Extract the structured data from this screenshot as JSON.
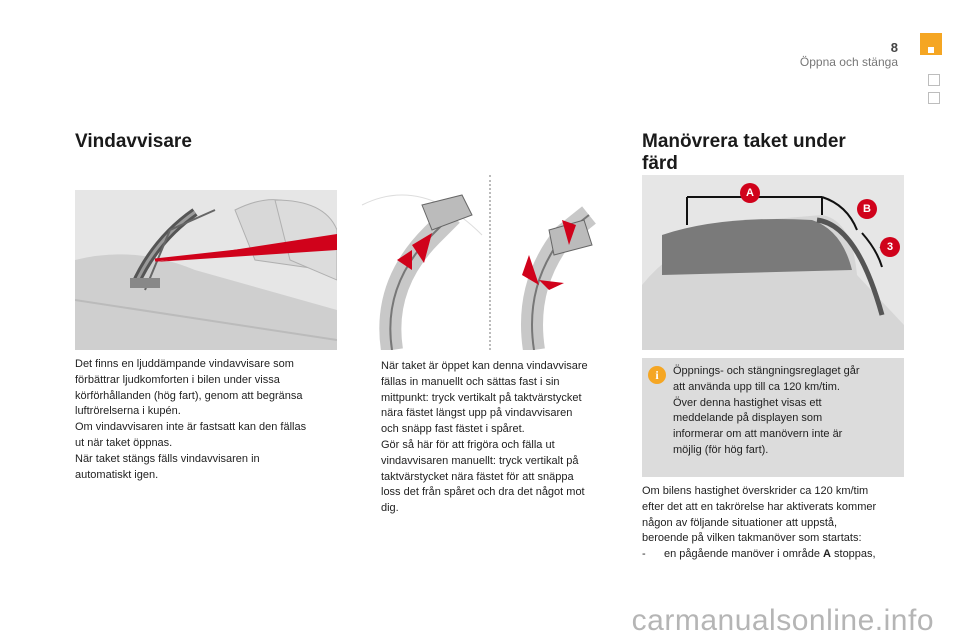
{
  "header": {
    "page_number": "8",
    "chapter": "Öppna och stänga"
  },
  "left": {
    "title": "Vindavvisare",
    "paragraph_lines": [
      "Det finns en ljuddämpande vindavvisare som",
      "förbättrar ljudkomforten i bilen under vissa",
      "körförhållanden (hög fart), genom att begränsa",
      "luftrörelserna i kupén.",
      "Om vindavvisaren inte är fastsatt kan den fällas",
      "ut när taket öppnas.",
      "När taket stängs fälls vindavvisaren in",
      "automatiskt igen."
    ]
  },
  "middle": {
    "bullet_symbol": "",
    "bullets": [
      {
        "lines": [
          "När taket är öppet kan denna vindavvisare",
          "fällas in manuellt och sättas fast i sin",
          "mittpunkt: tryck vertikalt på taktvärstycket",
          "nära fästet längst upp på vindavvisaren",
          "och snäpp fast fästet i spåret."
        ]
      },
      {
        "lines": [
          "Gör så här för att frigöra och fälla ut",
          "vindavvisaren manuellt: tryck vertikalt på",
          "taktvärstycket nära fästet för att snäppa",
          "loss det från spåret och dra det något mot",
          "dig."
        ]
      }
    ]
  },
  "right": {
    "title": "Manövrera taket under färd",
    "callouts": [
      "A",
      "B",
      "3"
    ],
    "info": {
      "icon": "i",
      "lines": [
        "Öppnings- och stängningsreglaget går",
        "att använda upp till ca 120 km/tim.",
        "Över denna hastighet visas ett",
        "meddelande på displayen som",
        "informerar om att manövern inte är",
        "möjlig (för hög fart)."
      ]
    },
    "paragraph_lines": [
      "Om bilens hastighet överskrider ca 120 km/tim",
      "efter det att en takrörelse har aktiverats kommer",
      "någon av följande situationer att uppstå,",
      "beroende på vilken takmanöver som startats:"
    ],
    "dash_item": {
      "symbol": "-",
      "text_before": "en pågående manöver i område ",
      "bold": "A",
      "text_after": " stoppas,"
    }
  },
  "watermark": "carmanualsonline.info",
  "colors": {
    "accent": "#f5a623",
    "callout_red": "#d0021b",
    "panel_bg": "#e6e6e6",
    "info_bg": "#dcdcdc"
  }
}
